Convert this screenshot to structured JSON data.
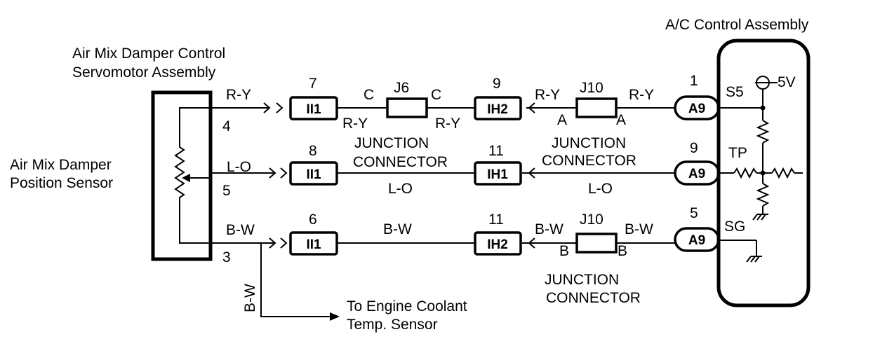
{
  "titles": {
    "ac_control_assembly": "A/C Control Assembly",
    "servo_line1": "Air Mix Damper Control",
    "servo_line2": "Servomotor Assembly",
    "sensor_line1": "Air Mix Damper",
    "sensor_line2": "Position Sensor",
    "coolant_line1": "To Engine Coolant",
    "coolant_line2": "Temp. Sensor"
  },
  "servo_pins": {
    "top": "4",
    "mid": "5",
    "bot": "3"
  },
  "wires": {
    "row1_servo": "R-Y",
    "row1_j6_left_below": "R-Y",
    "row1_j6_right_below": "R-Y",
    "row1_j10_left": "R-Y",
    "row1_j10_right": "R-Y",
    "row2_servo": "L-O",
    "row2_mid": "L-O",
    "row2_right": "L-O",
    "row3_servo": "B-W",
    "row3_mid": "B-W",
    "row3_j10_left": "B-W",
    "row3_j10_right": "B-W",
    "coolant_branch": "B-W"
  },
  "connectors": {
    "r1_ii1": {
      "label": "II1",
      "pin": "7"
    },
    "r2_ii1": {
      "label": "II1",
      "pin": "8"
    },
    "r3_ii1": {
      "label": "II1",
      "pin": "6"
    },
    "r1_ih2": {
      "label": "IH2",
      "pin": "9"
    },
    "r2_ih1": {
      "label": "IH1",
      "pin": "11"
    },
    "r3_ih2": {
      "label": "IH2",
      "pin": "11"
    },
    "r1_a9": {
      "label": "A9",
      "pin": "1"
    },
    "r2_a9": {
      "label": "A9",
      "pin": "9"
    },
    "r3_a9": {
      "label": "A9",
      "pin": "5"
    }
  },
  "junctions": {
    "j6": {
      "name": "J6",
      "left": "C",
      "right": "C"
    },
    "j10_top": {
      "name": "J10",
      "left": "A",
      "right": "A"
    },
    "j10_bot": {
      "name": "J10",
      "left": "B",
      "right": "B"
    },
    "jc_center_line1": "JUNCTION",
    "jc_center_line2": "CONNECTOR",
    "jc_top_line1": "JUNCTION",
    "jc_top_line2": "CONNECTOR",
    "jc_bot_line1": "JUNCTION",
    "jc_bot_line2": "CONNECTOR"
  },
  "ac_terminals": {
    "s5": "S5",
    "tp": "TP",
    "sg": "SG",
    "voltage": "5V"
  }
}
